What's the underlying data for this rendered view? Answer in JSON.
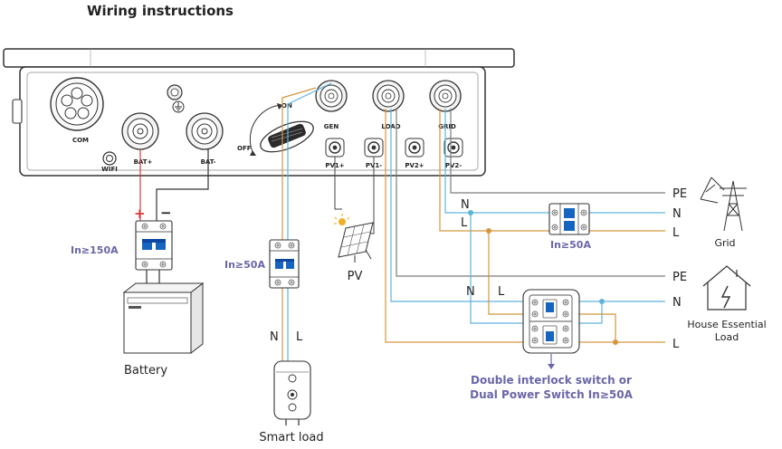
{
  "title": "Wiring instructions",
  "ports": {
    "com": "COM",
    "wifi": "WIFI",
    "bat_pos": "BAT+",
    "bat_neg": "BAT-",
    "on": "ON",
    "off": "OFF",
    "gen": "GEN",
    "load": "LOAD",
    "grid": "GRID",
    "pv1_pos": "PV1+",
    "pv1_neg": "PV1-",
    "pv2_pos": "PV2+",
    "pv2_neg": "PV2-"
  },
  "battery_polarity": {
    "plus": "+",
    "minus": "−"
  },
  "breakers": {
    "battery": "In≥150A",
    "smart_load": "In≥50A",
    "grid": "In≥50A"
  },
  "labels": {
    "battery": "Battery",
    "smart_load": "Smart load",
    "pv": "PV",
    "grid": "Grid",
    "house_line1": "House Essential",
    "house_line2": "Load",
    "switch_line1": "Double interlock switch or",
    "switch_line2": "Dual Power Switch In≥50A"
  },
  "wire_letters": {
    "pe": "PE",
    "n": "N",
    "l": "L"
  },
  "colors": {
    "pe": "#7c7c7c",
    "neutral": "#5fb3d9",
    "live": "#d3963e",
    "dc_pos": "#d63a3a",
    "dc_neg": "#333333",
    "rating": "#6a66a8",
    "breaker_blue": "#1565c0"
  }
}
